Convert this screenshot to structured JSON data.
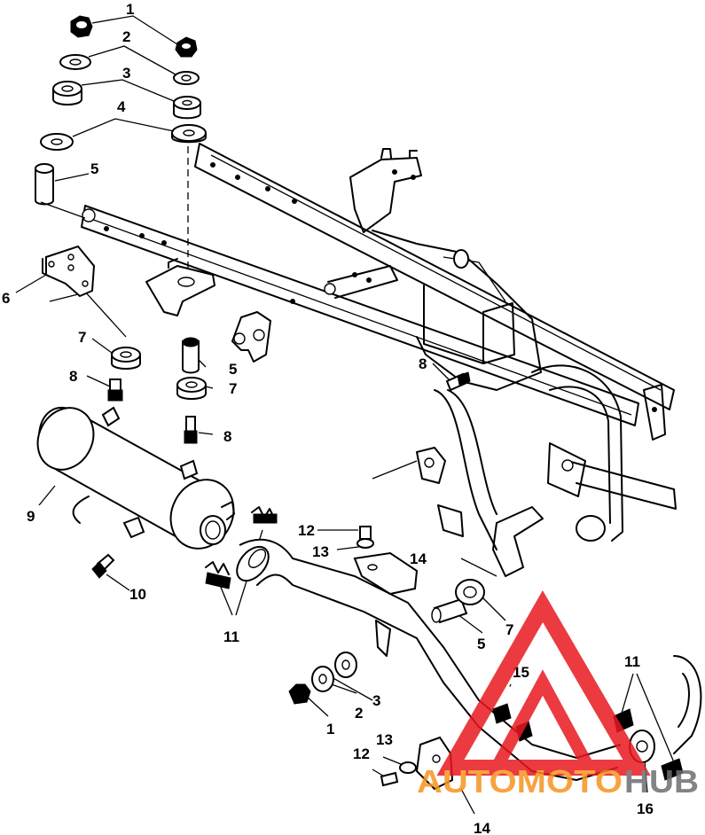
{
  "callouts": {
    "c1a": "1",
    "c2a": "2",
    "c3a": "3",
    "c4a": "4",
    "c5a": "5",
    "c6": "6",
    "c7a": "7",
    "c8a": "8",
    "c5b": "5",
    "c7b": "7",
    "c8b": "8",
    "c8c": "8",
    "c9": "9",
    "c10": "10",
    "c11a": "11",
    "c12a": "12",
    "c13a": "13",
    "c14a": "14",
    "c5c": "5",
    "c7c": "7",
    "c15": "15",
    "c3b": "3",
    "c2b": "2",
    "c1b": "1",
    "c13b": "13",
    "c12b": "12",
    "c14b": "14",
    "c11b": "11",
    "c16": "16"
  },
  "watermark": {
    "text_orange": "AUTOMOTO",
    "text_gray": "HUB",
    "color_red": "#e8191f",
    "color_orange": "#f7931e",
    "color_gray": "#6d6e71"
  }
}
